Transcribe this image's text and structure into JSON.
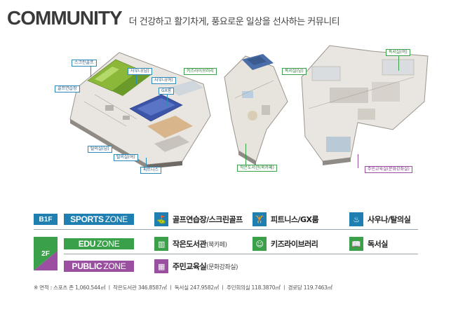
{
  "header": {
    "title": "COMMUNITY",
    "subtitle": "더 건강하고 활기차게, 풍요로운 일상을 선사하는 커뮤니티"
  },
  "floorplan_b1": {
    "callouts": [
      "스크린골프",
      "골프연습장",
      "사우나(남)",
      "사우나(여)",
      "GX룸",
      "탈의실(남)",
      "탈의실(여)",
      "피트니스"
    ]
  },
  "floorplan_2f_left": {
    "callouts": [
      "키즈라이브러리",
      "작은도서관(북카페)"
    ]
  },
  "floorplan_2f_right": {
    "callouts": [
      "독서실(남)",
      "독서실(여)",
      "주민교육실(문화강좌실)"
    ]
  },
  "legend": {
    "floors": {
      "b1": "B1F",
      "f2": "2F"
    },
    "zones": {
      "sports": {
        "main": "SPORTS",
        "rest": " ZONE"
      },
      "edu": {
        "main": "EDU",
        "rest": " ZONE"
      },
      "public": {
        "main": "PUBLIC",
        "rest": " ZONE"
      }
    },
    "items": {
      "golf": "골프연습장/스크린골프",
      "fitness": "피트니스/GX룸",
      "sauna": "사우나/탈의실",
      "library_main": "작은도서관",
      "library_sub": "(북카페)",
      "kids": "키즈라이브러리",
      "reading": "독서실",
      "edu_main": "주민교육실",
      "edu_sub": "(문화강좌실)"
    },
    "colors": {
      "sports": "#1f7fb0",
      "edu": "#3aa14a",
      "public": "#9a4fa0"
    },
    "icons": {
      "golf": "golf-icon",
      "fitness": "fitness-icon",
      "sauna": "sauna-icon",
      "library": "library-icon",
      "kids": "kids-icon",
      "reading": "book-icon",
      "edu": "classroom-icon"
    }
  },
  "footnote": "※ 면적 : 스포츠 존 1,060.544㎡ ㅣ 작은도서관 346.8587㎡ ㅣ 독서실 247.9582㎡ ㅣ 주민회의실 118.3870㎡ ㅣ 경로당 119.7463㎡"
}
